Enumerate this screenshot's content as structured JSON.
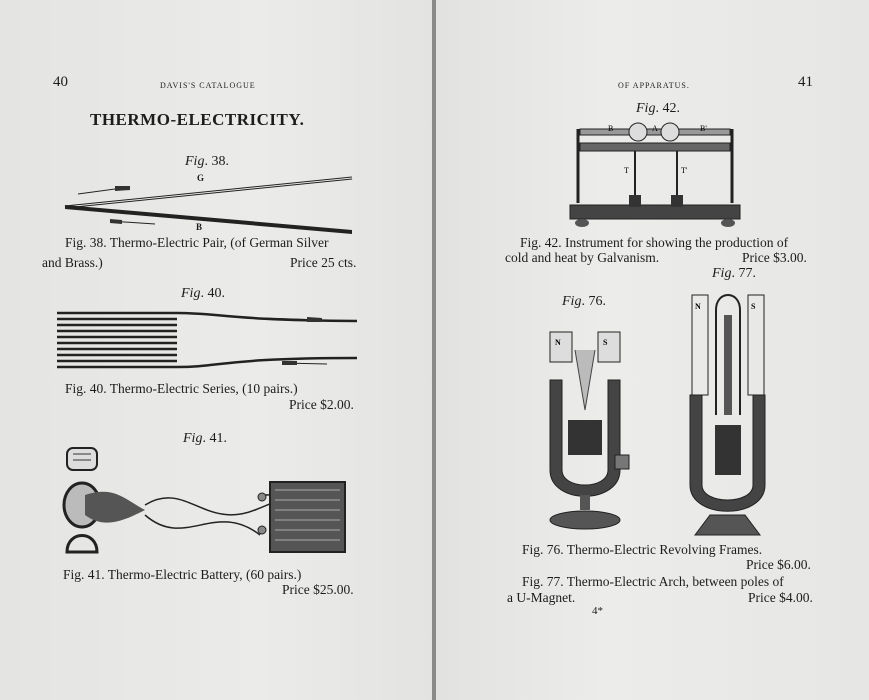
{
  "left_page": {
    "page_number": "40",
    "running_head": "DAVIS'S CATALOGUE",
    "title": "THERMO-ELECTRICITY.",
    "fig38": {
      "label_italic": "Fig",
      "label_num": ". 38.",
      "letter_top": "G",
      "letter_bottom": "B",
      "caption_line1": "Fig. 38.   Thermo-Electric Pair, (of German Silver",
      "caption_line2": "and Brass.)",
      "price": "Price 25 cts."
    },
    "fig40": {
      "label_italic": "Fig",
      "label_num": ". 40.",
      "caption_line1": "Fig. 40.   Thermo-Electric Series, (10 pairs.)",
      "price": "Price $2.00."
    },
    "fig41": {
      "label_italic": "Fig",
      "label_num": ". 41.",
      "caption_line1": "Fig. 41.   Thermo-Electric Battery, (60 pairs.)",
      "price": "Price $25.00."
    }
  },
  "right_page": {
    "page_number": "41",
    "running_head": "OF APPARATUS.",
    "fig42": {
      "label_italic": "Fig",
      "label_num": ". 42.",
      "letters": [
        "B",
        "A",
        "B'",
        "T",
        "T'"
      ],
      "caption_line1": "Fig. 42.   Instrument for showing the production of",
      "caption_line2": "cold and heat by Galvanism.",
      "price": "Price $3.00."
    },
    "fig76": {
      "label_italic": "Fig",
      "label_num": ". 76.",
      "letters": [
        "N",
        "S"
      ],
      "caption_line1": "Fig. 76.   Thermo-Electric Revolving Frames.",
      "price": "Price $6.00."
    },
    "fig77": {
      "label_italic": "Fig",
      "label_num": ". 77.",
      "letters": [
        "N",
        "S"
      ],
      "caption_line1": "Fig. 77.   Thermo-Electric Arch, between poles of",
      "caption_line2": "a U-Magnet.",
      "price": "Price $4.00."
    },
    "signature_mark": "4*"
  }
}
